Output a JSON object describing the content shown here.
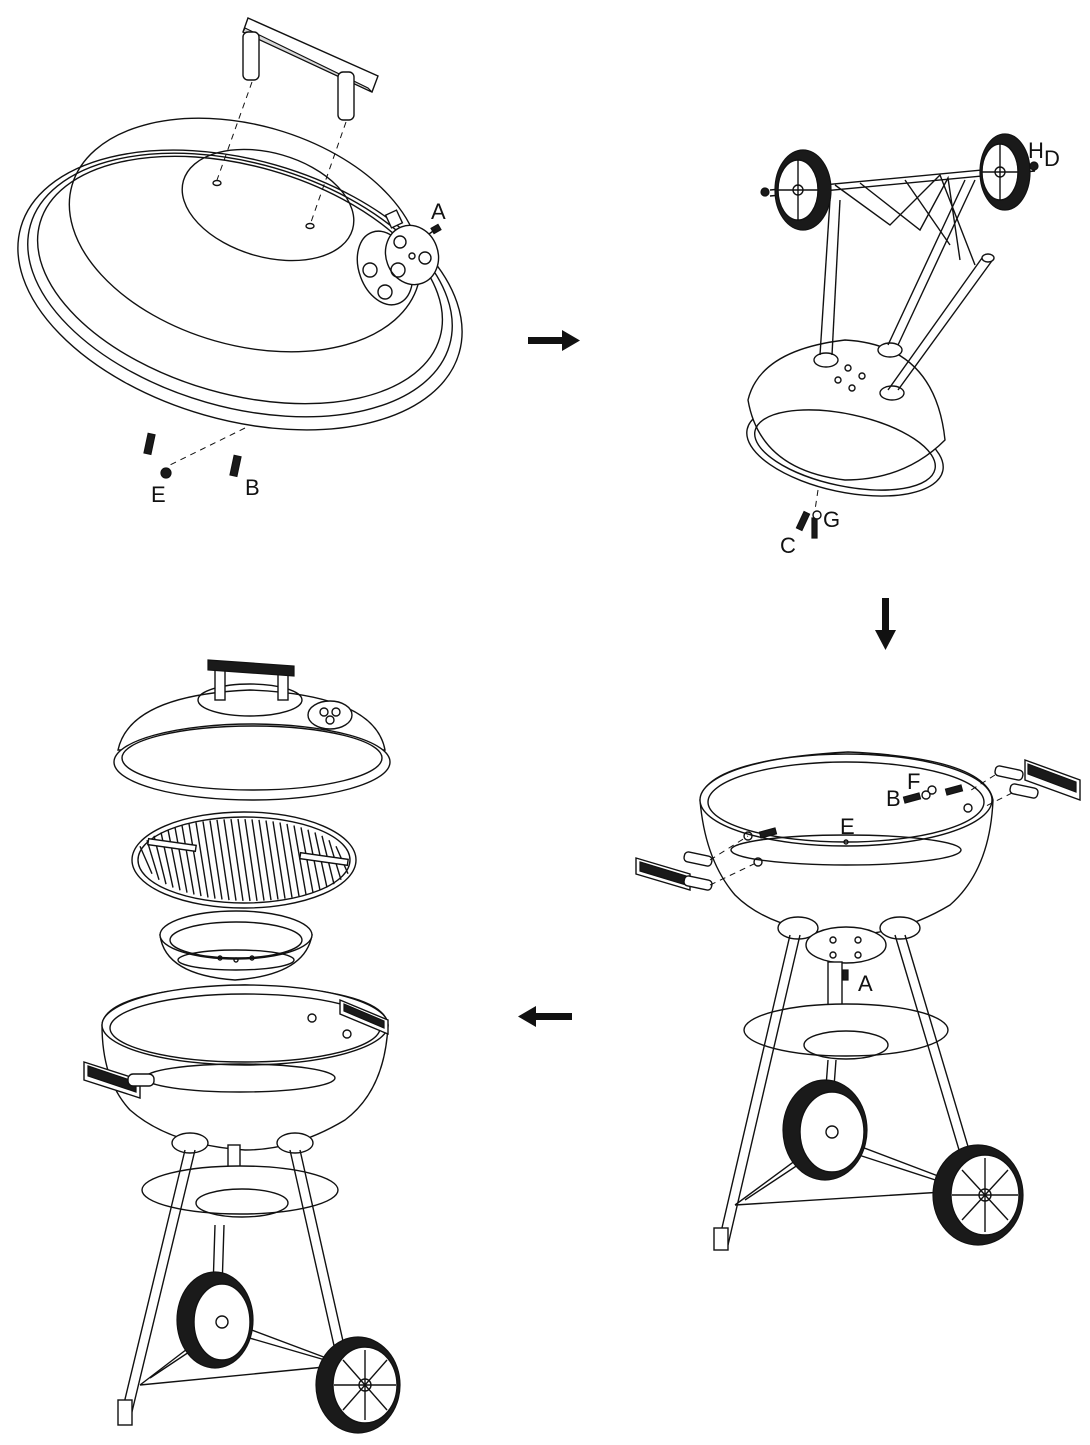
{
  "labels": {
    "lid_screw": "A",
    "lid_handle_screw": "B",
    "lid_handle_nut": "E",
    "axle_cap_h": "H",
    "axle_nut_d": "D",
    "bowl_bolt_c": "C",
    "bowl_washer_g": "G",
    "handle_bolt_b": "B",
    "handle_washer_f": "F",
    "bowl_nut_e": "E",
    "ash_screw_a": "A"
  },
  "arrows": [
    "right-arrow",
    "down-arrow",
    "left-arrow"
  ],
  "colors": {
    "line": "#111111",
    "fill": "#ffffff",
    "shade": "#d9d9d9",
    "tire": "#1a1a1a"
  }
}
